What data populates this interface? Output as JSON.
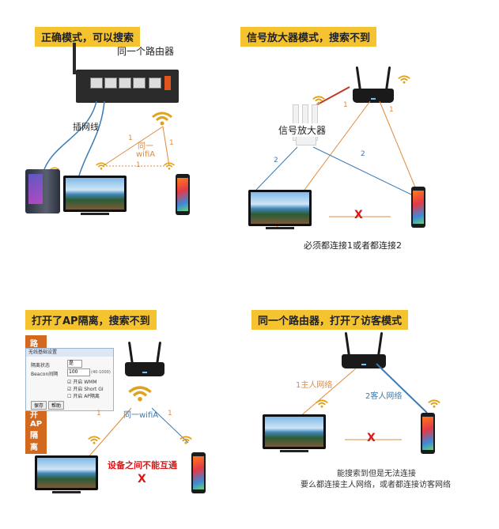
{
  "colors": {
    "tag_bg": "#f5c230",
    "orange_line": "#e08a3c",
    "blue_line": "#3a7bb5",
    "red": "#d81818"
  },
  "panel1": {
    "title": "正确模式，可以搜索",
    "router_label": "同一个路由器",
    "cable_label": "插网线",
    "wifi_label_1": "同一",
    "wifi_label_2": "wifiA",
    "edge_1": "1",
    "edge_2": "1",
    "edge_3": "1"
  },
  "panel2": {
    "title": "信号放大器模式，搜索不到",
    "amp_label": "信号放大器",
    "edge_a": "1",
    "edge_b": "1",
    "edge_c": "2",
    "edge_d": "2",
    "x_mark": "X",
    "note": "必须都连接1或者都连接2"
  },
  "panel3": {
    "title": "打开了AP隔离，搜索不到",
    "subtitle": "路由器后台打开AP隔离",
    "ui_header": "无线基础设置",
    "ui_row1_label": "隔离状态",
    "ui_row1_value": "是",
    "ui_row2_label": "Beacon间隔",
    "ui_row2_value": "100",
    "ui_row2_hint": "(40-1000)",
    "ui_opt1": "开启 WMM",
    "ui_opt2": "开启 Short GI",
    "ui_opt3": "开启 AP隔离",
    "ui_btn_save": "保存",
    "ui_btn_help": "帮助",
    "wifi_label": "同一wifiA",
    "edge_1": "1",
    "edge_2": "1",
    "warning": "设备之间不能互通",
    "x_mark": "X"
  },
  "panel4": {
    "title": "同一个路由器，打开了访客模式",
    "edge_main": "1主人网络",
    "edge_guest": "2客人网络",
    "x_mark": "X",
    "note_1": "能搜索到但是无法连接",
    "note_2": "要么都连接主人网络，或者都连接访客网络"
  }
}
